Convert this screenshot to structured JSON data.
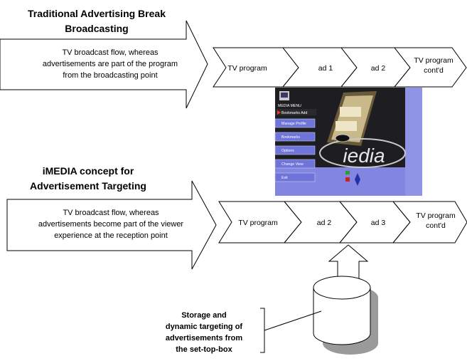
{
  "top_section": {
    "title_line1": "Traditional Advertising Break",
    "title_line2": "Broadcasting",
    "desc_line1": "TV broadcast flow, whereas",
    "desc_line2": "advertisements are part of the program",
    "desc_line3": "from the broadcasting point",
    "chevrons": [
      {
        "label_line1": "TV program",
        "label_line2": ""
      },
      {
        "label_line1": "ad 1",
        "label_line2": ""
      },
      {
        "label_line1": "ad 2",
        "label_line2": ""
      },
      {
        "label_line1": "TV program",
        "label_line2": "cont'd"
      }
    ]
  },
  "bottom_section": {
    "title_line1": "iMEDIA concept for",
    "title_line2": "Advertisement Targeting",
    "desc_line1": "TV broadcast flow, whereas",
    "desc_line2": "advertisements become part of the viewer",
    "desc_line3": "experience at the reception point",
    "chevrons": [
      {
        "label_line1": "TV program",
        "label_line2": ""
      },
      {
        "label_line1": "ad 2",
        "label_line2": ""
      },
      {
        "label_line1": "ad 3",
        "label_line2": ""
      },
      {
        "label_line1": "TV program",
        "label_line2": "cont'd"
      }
    ]
  },
  "storage": {
    "line1": "Storage and",
    "line2": "dynamic targeting of",
    "line3": "advertisements from",
    "line4": "the set-top-box"
  },
  "screenshot": {
    "menu_title": "MEDIA MENU",
    "menu_items": [
      "Manage Profile",
      "Bookmarks",
      "Options",
      "Change View",
      "Exit"
    ],
    "active_item": "Bookmarks Add",
    "logo_text": "iedia",
    "colors": {
      "bg": "#2a2a2a",
      "menu": "#6f74d8",
      "panel": "#8f94e6"
    }
  }
}
